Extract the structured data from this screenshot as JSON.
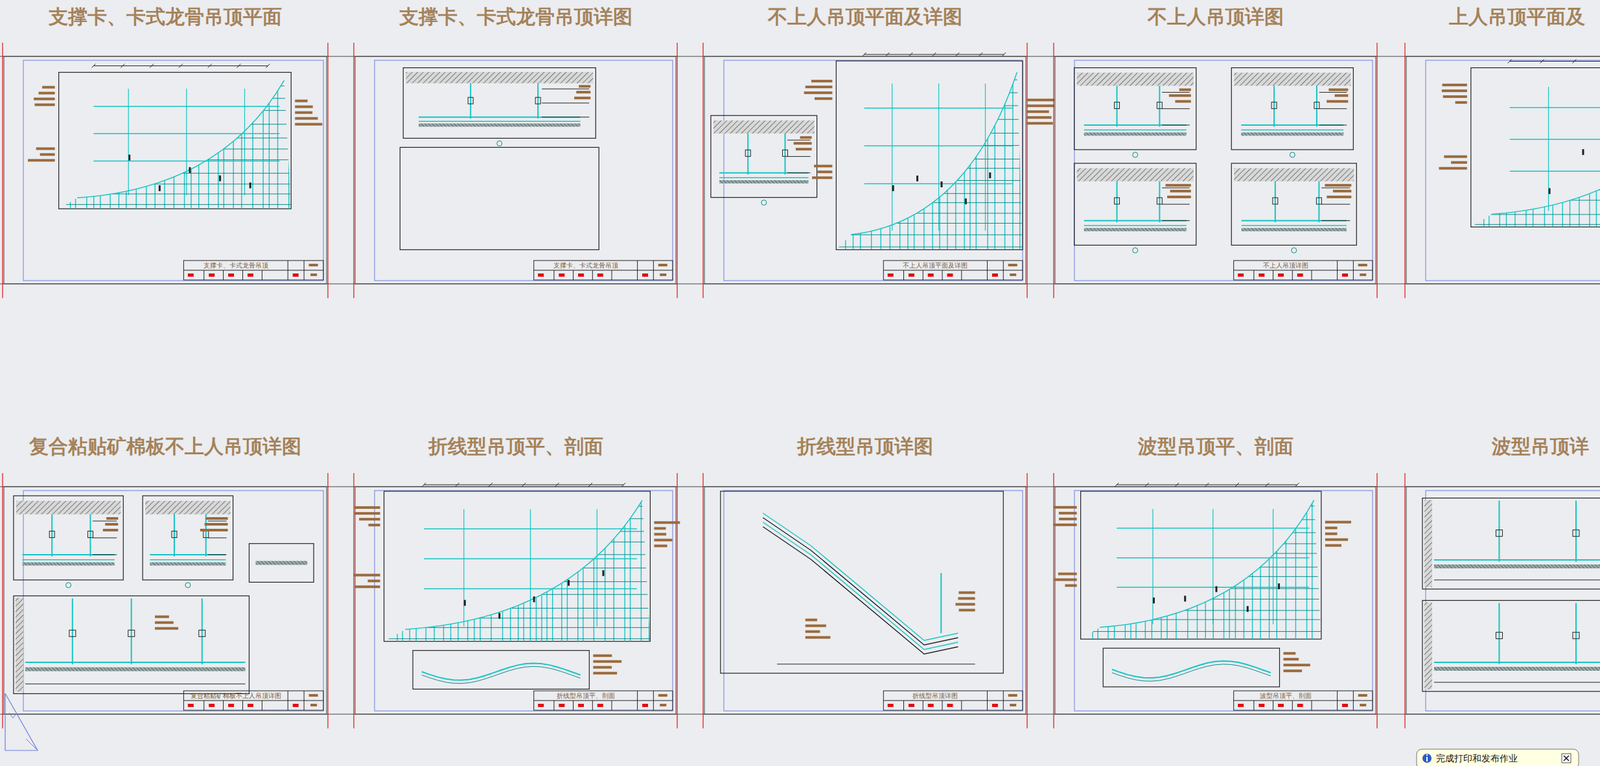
{
  "diagram": {
    "nodes": [
      {
        "text": [
          "支撑卡、卡式龙骨吊顶平面",
          "支撑卡、卡式龙骨吊顶"
        ]
      },
      {
        "text": [
          "支撑卡、卡式龙骨吊顶详图",
          "支撑卡、卡式龙骨吊顶"
        ]
      },
      {
        "text": [
          "不上人吊顶平面及详图",
          "不上人吊顶平面及详图"
        ]
      },
      {
        "text": [
          "不上人吊顶详图",
          "不上人吊顶详图"
        ]
      },
      {
        "text": [
          "上人吊顶平面及"
        ]
      },
      {
        "text": [
          "复合粘贴矿棉板不上人吊顶详图",
          "复合粘贴矿棉板不上人吊顶详图"
        ]
      },
      {
        "text": [
          "折线型吊顶平、剖面",
          "折线型吊顶平、剖面"
        ]
      },
      {
        "text": [
          "折线型吊顶详图",
          "折线型吊顶详图"
        ]
      },
      {
        "text": [
          "波型吊顶平、剖面",
          "波型吊顶平、剖面"
        ]
      },
      {
        "text": [
          "波型吊顶详"
        ]
      }
    ],
    "labels": [
      "完成打印和发布作业"
    ]
  }
}
